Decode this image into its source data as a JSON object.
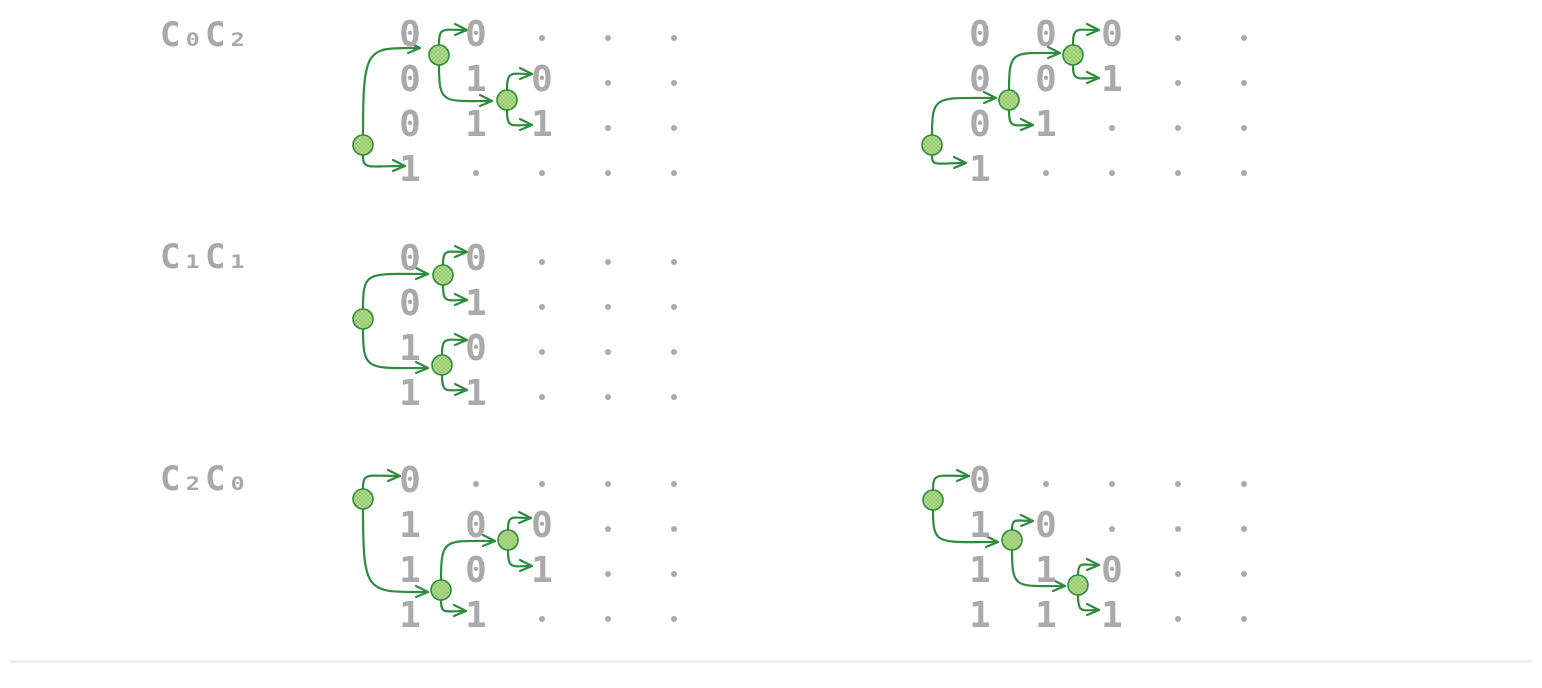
{
  "rows": [
    {
      "label": "C₀C₂",
      "diagrams": [
        {
          "cells": [
            [
              "0",
              "0",
              ".",
              ".",
              "."
            ],
            [
              "0",
              "1",
              "0",
              ".",
              "."
            ],
            [
              "0",
              "1",
              "1",
              ".",
              "."
            ],
            [
              "1",
              ".",
              ".",
              ".",
              "."
            ]
          ]
        },
        {
          "cells": [
            [
              "0",
              "0",
              "0",
              ".",
              "."
            ],
            [
              "0",
              "0",
              "1",
              ".",
              "."
            ],
            [
              "0",
              "1",
              ".",
              ".",
              "."
            ],
            [
              "1",
              ".",
              ".",
              ".",
              "."
            ]
          ]
        }
      ]
    },
    {
      "label": "C₁C₁",
      "diagrams": [
        {
          "cells": [
            [
              "0",
              "0",
              ".",
              ".",
              "."
            ],
            [
              "0",
              "1",
              ".",
              ".",
              "."
            ],
            [
              "1",
              "0",
              ".",
              ".",
              "."
            ],
            [
              "1",
              "1",
              ".",
              ".",
              "."
            ]
          ]
        }
      ]
    },
    {
      "label": "C₂C₀",
      "diagrams": [
        {
          "cells": [
            [
              "0",
              ".",
              ".",
              ".",
              "."
            ],
            [
              "1",
              "0",
              "0",
              ".",
              "."
            ],
            [
              "1",
              "0",
              "1",
              ".",
              "."
            ],
            [
              "1",
              "1",
              ".",
              ".",
              "."
            ]
          ]
        },
        {
          "cells": [
            [
              "0",
              ".",
              ".",
              ".",
              "."
            ],
            [
              "1",
              "0",
              ".",
              ".",
              "."
            ],
            [
              "1",
              "1",
              "0",
              ".",
              "."
            ],
            [
              "1",
              "1",
              "1",
              ".",
              "."
            ]
          ]
        }
      ]
    }
  ]
}
